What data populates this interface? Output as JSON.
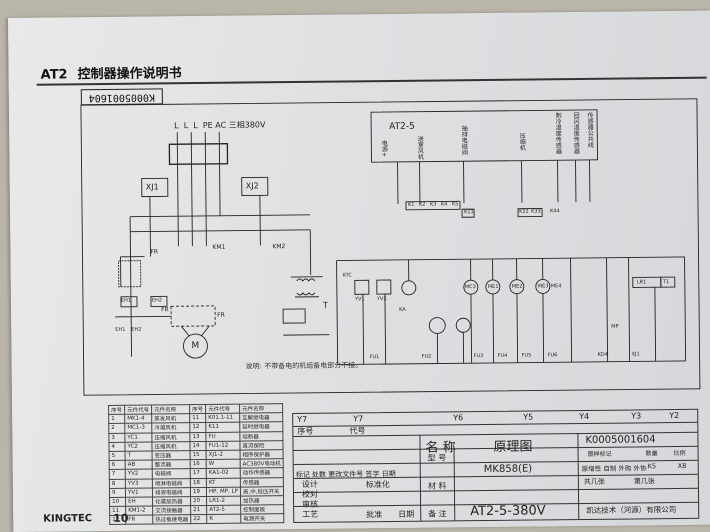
{
  "header": {
    "model": "AT2",
    "title": "控制器操作说明书",
    "code_box": "K0005001604"
  },
  "footer": {
    "brand": "KINGTEC",
    "page": "10"
  },
  "schematic": {
    "supply_labels": [
      "L",
      "L",
      "L",
      "PE",
      "AC 三相380V"
    ],
    "controller_label": "AT2-5",
    "xj_labels": [
      "XJ1",
      "XJ2"
    ],
    "top_function_labels": [
      "电源+",
      "送室风机",
      "抽排电磁阀",
      "压缩机",
      "制冷温度传感器",
      "回风温度传感器",
      "传感器公共线"
    ],
    "terminal_labels": [
      "K1",
      "K2",
      "K3",
      "K4",
      "K5",
      "K11",
      "K22",
      "K33",
      "K44"
    ],
    "left_side_labels": [
      "FR",
      "KM1",
      "KM2",
      "FR",
      "FR",
      "EH1",
      "EH2",
      "EH1",
      "EH2"
    ],
    "motor_label": "M",
    "transformer_label": "T",
    "ktc_labels": [
      "KTC",
      "YV1",
      "YV2",
      "KA",
      "MC3",
      "ME1",
      "ME2",
      "ME3",
      "ME4",
      "LR1",
      "T1"
    ],
    "bottom_labels": [
      "FU1",
      "FU2",
      "FU3",
      "FU4",
      "FU5",
      "FU6",
      "MP",
      "KD4",
      "XJ1"
    ],
    "note": "说明: 不带备电的机组备电部分不接。"
  },
  "legend_table": {
    "headers": [
      "序号",
      "元件代号",
      "元件名称",
      "序号",
      "元件代号",
      "元件名称"
    ],
    "rows": [
      [
        "1",
        "MK1-4",
        "蒸发风机",
        "11",
        "K01.1-11",
        "互解继电器"
      ],
      [
        "2",
        "MC1-3",
        "冷凝风机",
        "12",
        "K11",
        "延时继电器"
      ],
      [
        "3",
        "YC1",
        "压缩风机",
        "13",
        "FU",
        "熔断器"
      ],
      [
        "4",
        "YC2",
        "压缩风机",
        "14",
        "FU1-12",
        "直流保险"
      ],
      [
        "5",
        "T",
        "变压器",
        "15",
        "XJ1-2",
        "相序保护器"
      ],
      [
        "6",
        "AB",
        "整流器",
        "16",
        "W",
        "AC380V电动机"
      ],
      [
        "7",
        "YV2",
        "电磁阀",
        "17",
        "KA1-02",
        "动作传感器"
      ],
      [
        "8",
        "YV3",
        "喷淋电磁阀",
        "18",
        "KT",
        "传感器"
      ],
      [
        "9",
        "YV1",
        "排液电磁阀",
        "19",
        "HP, MP, LP",
        "高,中,低压开关"
      ],
      [
        "10",
        "EH",
        "化霜加热器",
        "20",
        "LR1-2",
        "加热器"
      ],
      [
        "11",
        "KM1-2",
        "交流接触器",
        "21",
        "AT2-5",
        "控制面板"
      ],
      [
        "12",
        "FR",
        "热过载继电器",
        "22",
        "K",
        "电源开关"
      ]
    ]
  },
  "title_block": {
    "y_labels": [
      "Y7",
      "Y7",
      "Y6",
      "Y5",
      "Y4",
      "Y3",
      "Y2"
    ],
    "row_header": [
      "序号",
      "代号"
    ],
    "rev_labels": [
      "标记",
      "处数",
      "更改文件号",
      "签字",
      "日期"
    ],
    "roles": [
      "设计",
      "校对",
      "审核",
      "工艺"
    ],
    "role_values": [
      "标准化",
      "批准",
      "日期"
    ],
    "name_label": "名 称",
    "name_value": "原理图",
    "model_label": "型 号",
    "model_value": "MK858(E)",
    "material_label": "材 料",
    "remark_label": "备 注",
    "remark_value": "AT2-5-380V",
    "code": "K0005001604",
    "sign_label": "图样标记",
    "qty_label": "数量",
    "ratio_label": "比例",
    "sources": [
      "原增性",
      "自制",
      "外购",
      "外协"
    ],
    "scale_value": "K5",
    "qty_value": "X8",
    "pages_total": "共几张",
    "page_no": "第几张",
    "company": "凯达技术（河源）有限公司"
  }
}
